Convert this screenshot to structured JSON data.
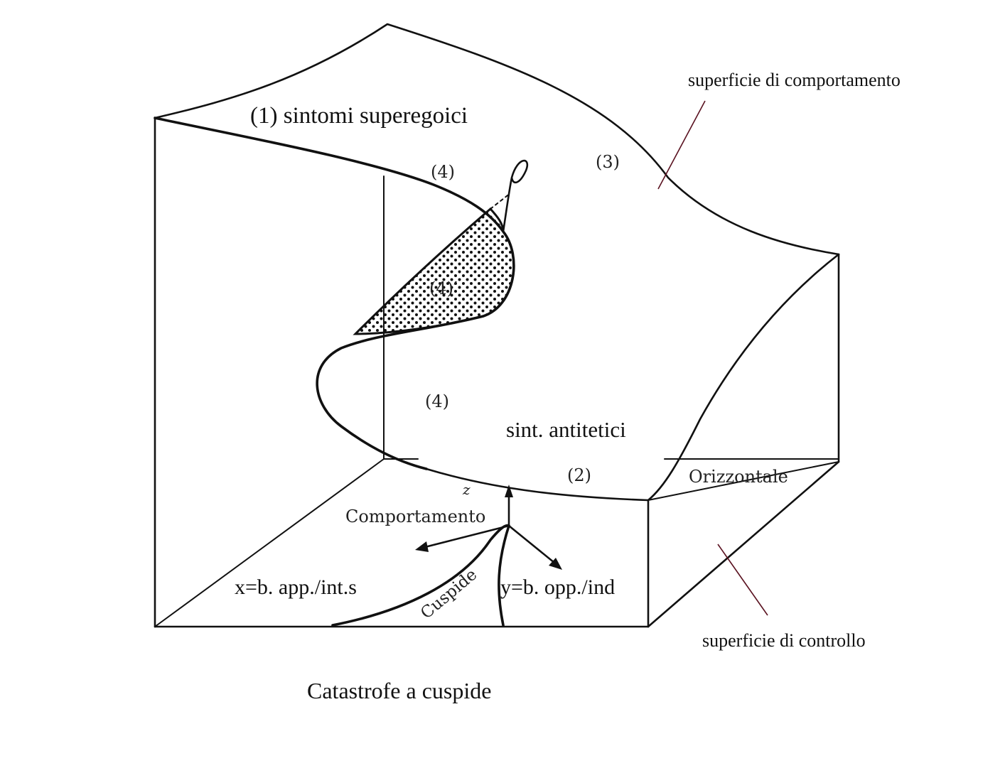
{
  "title": "Catastrofe a cuspide",
  "labels": {
    "behavior_surface": "superficie di comportamento",
    "control_surface": "superficie di controllo",
    "superego_symptoms": "(1) sintomi superegoici",
    "region_3": "(3)",
    "region_4_top": "(4)",
    "region_4_prime": "(4)′",
    "region_4_mid": "(4)",
    "antithetic_symptoms": "sint. antitetici",
    "region_2": "(2)",
    "horizontal": "Orizzontale",
    "z_axis": "z",
    "behavior_axis": "Comportamento",
    "x_axis": "x=b. app./int.s",
    "y_axis": "y=b. opp./ind",
    "cusp": "Cuspide"
  },
  "colors": {
    "ink": "#111111",
    "leader_lines": "#5a1220",
    "background": "#ffffff"
  }
}
